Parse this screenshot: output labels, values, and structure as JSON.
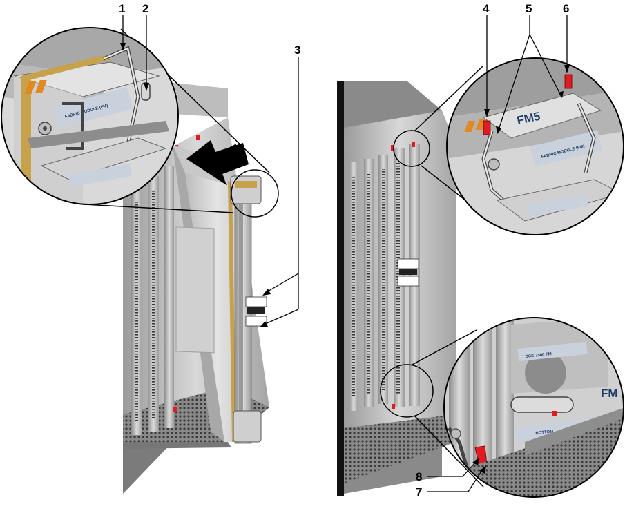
{
  "callouts": [
    "1",
    "2",
    "3",
    "4",
    "5",
    "6",
    "7",
    "8"
  ],
  "module_labels": {
    "top_slot": "FM5",
    "bottom_slot": "FM"
  },
  "colors": {
    "chassis_light": "#d8d8d8",
    "chassis_mid": "#b3b3b3",
    "chassis_dark": "#7a7a7a",
    "module_stripe": "#c8a24a",
    "latch_orange": "#e08a20",
    "indicator_red": "#e11b22",
    "label_blue": "#1e3a66"
  }
}
